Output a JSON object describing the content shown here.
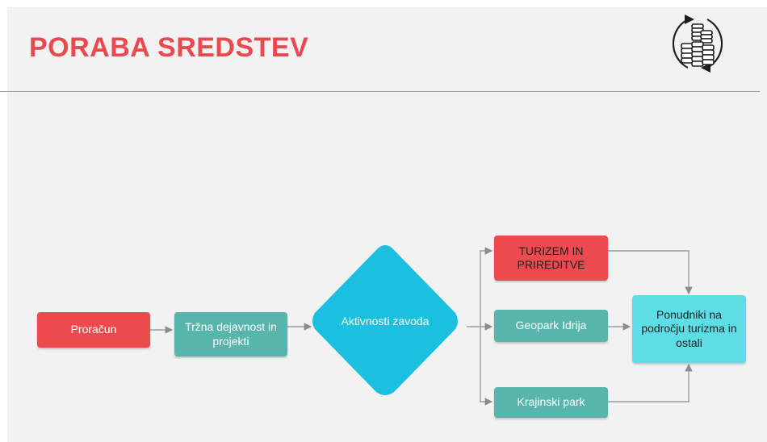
{
  "title": "PORABA SREDSTEV",
  "logo_icon": "coins-cycle-icon",
  "nodes": {
    "proracun": "Proračun",
    "trzna": "Tržna dejavnost in projekti",
    "aktivnosti": "Aktivnosti zavoda",
    "turizem": "TURIZEM IN PRIREDITVE",
    "geopark": "Geopark Idrija",
    "krajinski": "Krajinski park",
    "ponudniki": "Ponudniki na področju turizma in ostali"
  },
  "colors": {
    "title": "#e84a4f",
    "red": "#ec4a4e",
    "teal": "#58b5ab",
    "diamond": "#1bbfe0",
    "cyan": "#5ddde6"
  }
}
